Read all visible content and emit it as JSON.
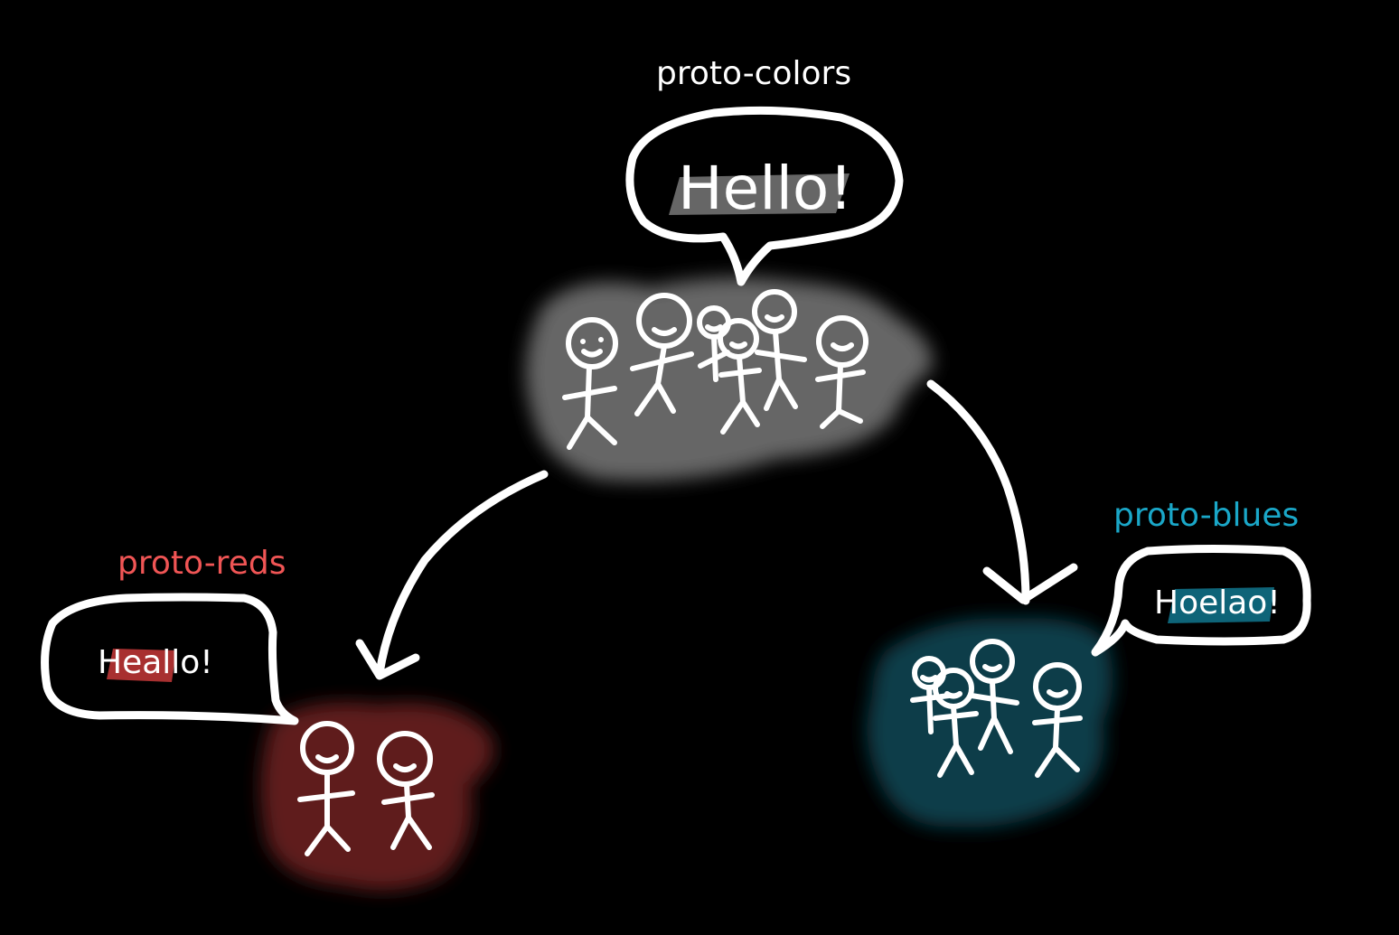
{
  "groups": {
    "root": {
      "label": "proto-colors",
      "speech": "Hello!",
      "color": "#666666",
      "label_color": "#ffffff"
    },
    "left": {
      "label": "proto-reds",
      "speech": "Heallo!",
      "color": "#5e1a1a",
      "label_color": "#f05555",
      "highlight": "#a83030"
    },
    "right": {
      "label": "proto-blues",
      "speech": "Hoelao!",
      "color": "#0b3d4a",
      "label_color": "#1aa7c8",
      "highlight": "#0e6478"
    }
  }
}
